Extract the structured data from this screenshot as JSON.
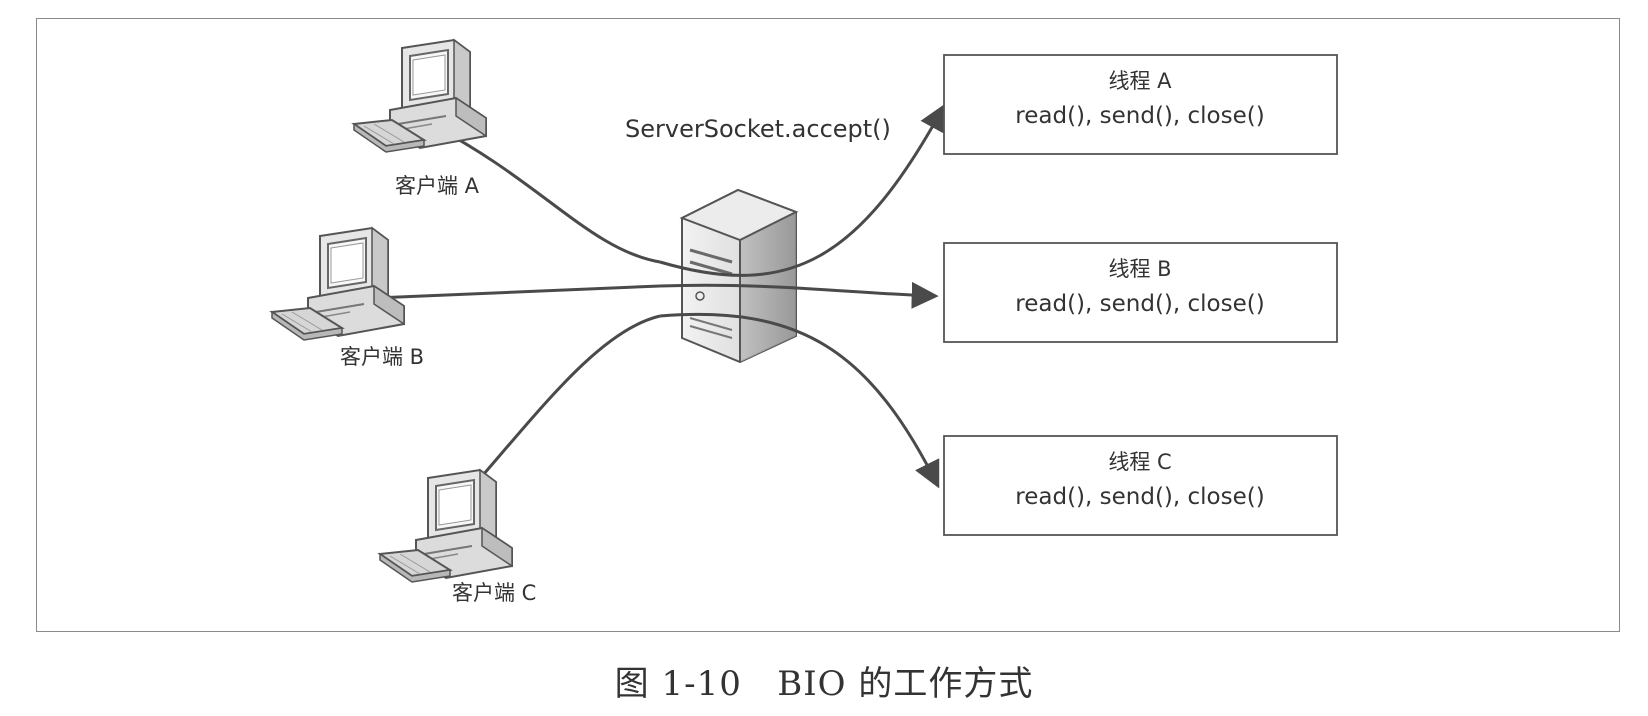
{
  "server": {
    "label": "ServerSocket.accept()"
  },
  "clients": [
    {
      "label": "客户端 A"
    },
    {
      "label": "客户端 B"
    },
    {
      "label": "客户端 C"
    }
  ],
  "threads": [
    {
      "title": "线程 A",
      "ops": "read(), send(), close()"
    },
    {
      "title": "线程 B",
      "ops": "read(), send(), close()"
    },
    {
      "title": "线程 C",
      "ops": "read(), send(), close()"
    }
  ],
  "caption": "图 1-10   BIO 的工作方式"
}
